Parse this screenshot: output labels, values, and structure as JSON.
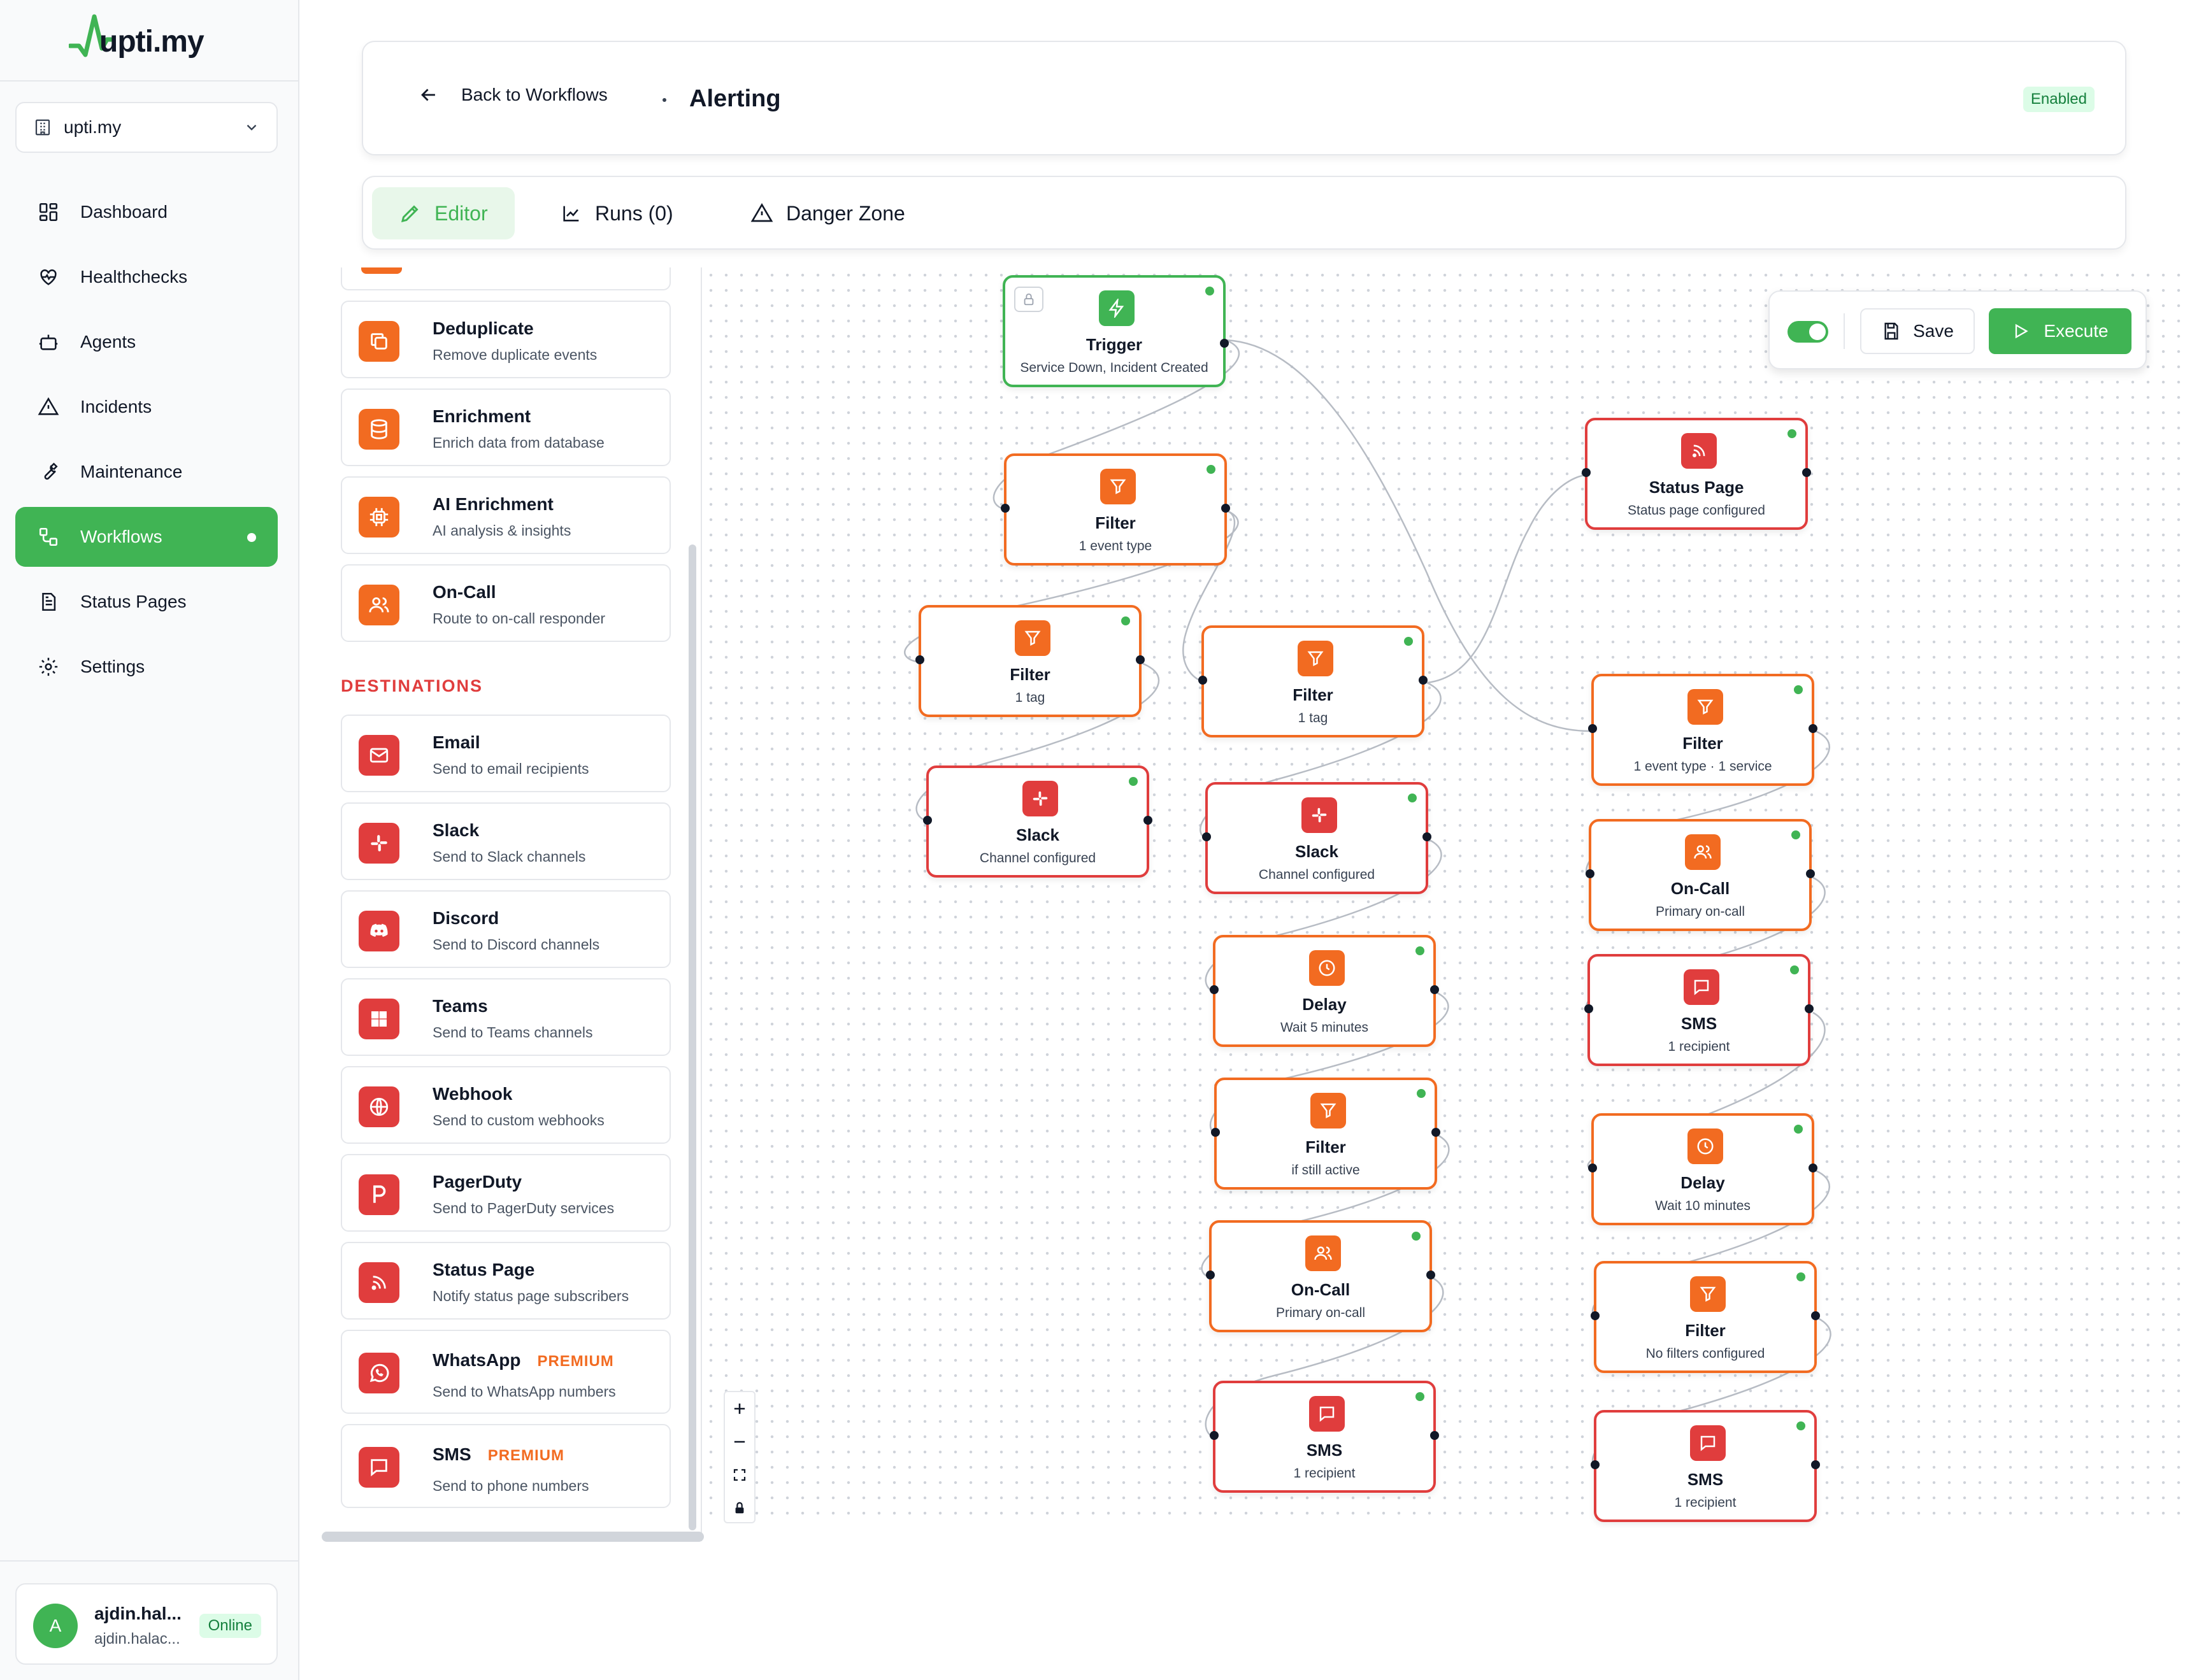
{
  "brand": {
    "name": "upti.my",
    "accent": "#40b454",
    "orange": "#f26b21",
    "red": "#e03d3d"
  },
  "org": {
    "name": "upti.my"
  },
  "nav": [
    {
      "label": "Dashboard",
      "icon": "dashboard-icon"
    },
    {
      "label": "Healthchecks",
      "icon": "heart-pulse-icon"
    },
    {
      "label": "Agents",
      "icon": "robot-icon"
    },
    {
      "label": "Incidents",
      "icon": "warning-icon"
    },
    {
      "label": "Maintenance",
      "icon": "wrench-icon"
    },
    {
      "label": "Workflows",
      "icon": "workflow-icon",
      "active": true
    },
    {
      "label": "Status Pages",
      "icon": "document-icon"
    },
    {
      "label": "Settings",
      "icon": "gear-icon"
    }
  ],
  "user": {
    "initial": "A",
    "name": "ajdin.hal...",
    "email": "ajdin.halac...",
    "status": "Online"
  },
  "header": {
    "back_label": "Back to Workflows",
    "title": "Alerting",
    "status": "Enabled"
  },
  "tabs": [
    {
      "label": "Editor",
      "icon": "pencil-icon",
      "active": true
    },
    {
      "label": "Runs (0)",
      "icon": "chart-line-icon"
    },
    {
      "label": "Danger Zone",
      "icon": "warning-icon"
    }
  ],
  "palette": {
    "processing": [
      {
        "title": "Deduplicate",
        "desc": "Remove duplicate events",
        "icon": "copy-icon"
      },
      {
        "title": "Enrichment",
        "desc": "Enrich data from database",
        "icon": "database-icon"
      },
      {
        "title": "AI Enrichment",
        "desc": "AI analysis & insights",
        "icon": "cpu-icon"
      },
      {
        "title": "On-Call",
        "desc": "Route to on-call responder",
        "icon": "users-icon"
      }
    ],
    "destinations_label": "DESTINATIONS",
    "destinations": [
      {
        "title": "Email",
        "desc": "Send to email recipients",
        "icon": "mail-icon"
      },
      {
        "title": "Slack",
        "desc": "Send to Slack channels",
        "icon": "slack-icon"
      },
      {
        "title": "Discord",
        "desc": "Send to Discord channels",
        "icon": "discord-icon"
      },
      {
        "title": "Teams",
        "desc": "Send to Teams channels",
        "icon": "teams-icon"
      },
      {
        "title": "Webhook",
        "desc": "Send to custom webhooks",
        "icon": "globe-icon"
      },
      {
        "title": "PagerDuty",
        "desc": "Send to PagerDuty services",
        "icon": "pagerduty-icon"
      },
      {
        "title": "Status Page",
        "desc": "Notify status page subscribers",
        "icon": "rss-icon"
      },
      {
        "title": "WhatsApp",
        "desc": "Send to WhatsApp numbers",
        "icon": "whatsapp-icon",
        "badge": "PREMIUM"
      },
      {
        "title": "SMS",
        "desc": "Send to phone numbers",
        "icon": "message-icon",
        "badge": "PREMIUM"
      }
    ]
  },
  "toolbar": {
    "save_label": "Save",
    "execute_label": "Execute"
  },
  "nodes": {
    "trigger": {
      "title": "Trigger",
      "sub": "Service Down, Incident Created"
    },
    "filter_a": {
      "title": "Filter",
      "sub": "1 event type"
    },
    "filter_b": {
      "title": "Filter",
      "sub": "1 tag"
    },
    "slack_b": {
      "title": "Slack",
      "sub": "Channel configured"
    },
    "filter_c": {
      "title": "Filter",
      "sub": "1 tag"
    },
    "slack_c": {
      "title": "Slack",
      "sub": "Channel configured"
    },
    "delay_c": {
      "title": "Delay",
      "sub": "Wait 5 minutes"
    },
    "filter_c2": {
      "title": "Filter",
      "sub": "if still active"
    },
    "oncall_c": {
      "title": "On-Call",
      "sub": "Primary on-call"
    },
    "sms_c": {
      "title": "SMS",
      "sub": "1 recipient"
    },
    "statuspage_d": {
      "title": "Status Page",
      "sub": "Status page configured"
    },
    "filter_e": {
      "title": "Filter",
      "sub": "1 event type · 1 service"
    },
    "oncall_e": {
      "title": "On-Call",
      "sub": "Primary on-call"
    },
    "sms_e": {
      "title": "SMS",
      "sub": "1 recipient"
    },
    "delay_e": {
      "title": "Delay",
      "sub": "Wait 10 minutes"
    },
    "filter_e2": {
      "title": "Filter",
      "sub": "No filters configured"
    },
    "sms_e2": {
      "title": "SMS",
      "sub": "1 recipient"
    }
  }
}
